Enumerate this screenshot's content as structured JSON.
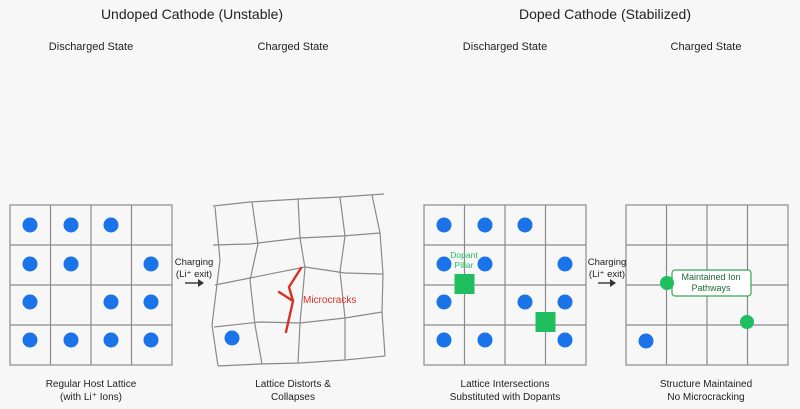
{
  "sections": {
    "undoped_title": "Undoped Cathode (Unstable)",
    "doped_title": "Doped Cathode (Stabilized)"
  },
  "states": {
    "discharged": "Discharged State",
    "charged": "Charged State"
  },
  "transition": {
    "line1": "Charging",
    "line2": "(Li⁺ exit)"
  },
  "annotations": {
    "microcracks": "Microcracks",
    "dopant_pillar_line1": "Dopant",
    "dopant_pillar_line2": "Pillar",
    "pathways_line1": "Maintained Ion",
    "pathways_line2": "Pathways"
  },
  "captions": {
    "p1_line1": "Regular Host Lattice",
    "p1_line2": "(with Li⁺ Ions)",
    "p2_line1": "Lattice Distorts &",
    "p2_line2": "Collapses",
    "p3_line1": "Lattice Intersections",
    "p3_line2": "Substituted with Dopants",
    "p4_line1": "Structure Maintained",
    "p4_line2": "No Microcracking"
  },
  "colors": {
    "li_ion": "#1a73e8",
    "dopant": "#1fbf5f",
    "microcrack": "#d93025",
    "grid": "#8a8a8a",
    "pathway_box_border": "#34a853",
    "pathway_text": "#1e6b35"
  }
}
